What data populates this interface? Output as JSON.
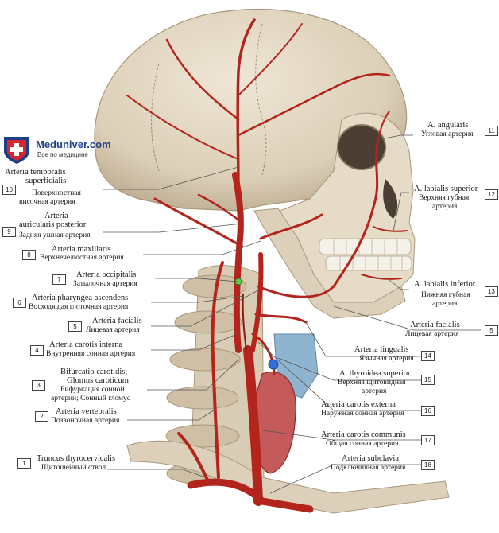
{
  "logo": {
    "brand": "Meduniver.com",
    "tagline": "Все по медицине"
  },
  "labels": {
    "l1": {
      "num": "1",
      "lat": "Truncus thyrocervicalis",
      "rus": "Щитошейный ствол"
    },
    "l2": {
      "num": "2",
      "lat": "Arteria vertebralis",
      "rus": "Позвоночная артерия"
    },
    "l3": {
      "num": "3",
      "lat1": "Bifurcatio carotidis;",
      "lat2": "Glomus caroticum",
      "rus1": "Бифуркация сонной",
      "rus2": "артерии; Сонный гломус"
    },
    "l4": {
      "num": "4",
      "lat": "Arteria carotis interna",
      "rus": "Внутренняя сонная артерия"
    },
    "l5a": {
      "num": "5",
      "lat": "Arteria facialis",
      "rus": "Лицевая артерия"
    },
    "l6": {
      "num": "6",
      "lat": "Arteria pharyngea ascendens",
      "rus": "Восходящая глоточная артерия"
    },
    "l7": {
      "num": "7",
      "lat": "Arteria occipitalis",
      "rus": "Затылочная артерия"
    },
    "l8": {
      "num": "8",
      "lat": "Arteria maxillaris",
      "rus": "Верхнечелюстная артерия"
    },
    "l9": {
      "num": "9",
      "lat1": "Arteria",
      "lat2": "auricularis posterior",
      "rus": "Задняя ушная артерия"
    },
    "l10": {
      "num": "10",
      "lat1": "Arteria temporalis",
      "lat2": "superficialis",
      "rus1": "Поверхностная",
      "rus2": "височная артерия"
    },
    "l11": {
      "num": "11",
      "lat": "A. angularis",
      "rus": "Угловая артерия"
    },
    "l12": {
      "num": "12",
      "lat": "A. labialis superior",
      "rus1": "Верхняя губная",
      "rus2": "артерия"
    },
    "l13": {
      "num": "13",
      "lat": "A. labialis inferior",
      "rus1": "Нижняя губная",
      "rus2": "артерия"
    },
    "l5b": {
      "num": "5",
      "lat": "Arteria facialis",
      "rus": "Лицевая артерия"
    },
    "l14": {
      "num": "14",
      "lat": "Arteria lingualis",
      "rus": "Язычная артерия"
    },
    "l15": {
      "num": "15",
      "lat": "A. thyroidea superior",
      "rus1": "Верхняя щитовидная",
      "rus2": "артерия"
    },
    "l16": {
      "num": "16",
      "lat": "Arteria carotis externa",
      "rus": "Наружная сонная артерия"
    },
    "l17": {
      "num": "17",
      "lat": "Arteria carotis communis",
      "rus": "Общая сонная артерия"
    },
    "l18": {
      "num": "18",
      "lat": "Arteria subclavia",
      "rus": "Подключичная артерия"
    }
  },
  "colors": {
    "bone": "#e3d7c2",
    "bone_shadow": "#b9a98e",
    "artery": "#b3241c",
    "artery_dark": "#8a1a14",
    "thyroid": "#c45a5a",
    "cartilage": "#8fb4cf",
    "marker_green": "#5fd148",
    "marker_blue": "#2f6fd6",
    "leader": "#555555"
  }
}
